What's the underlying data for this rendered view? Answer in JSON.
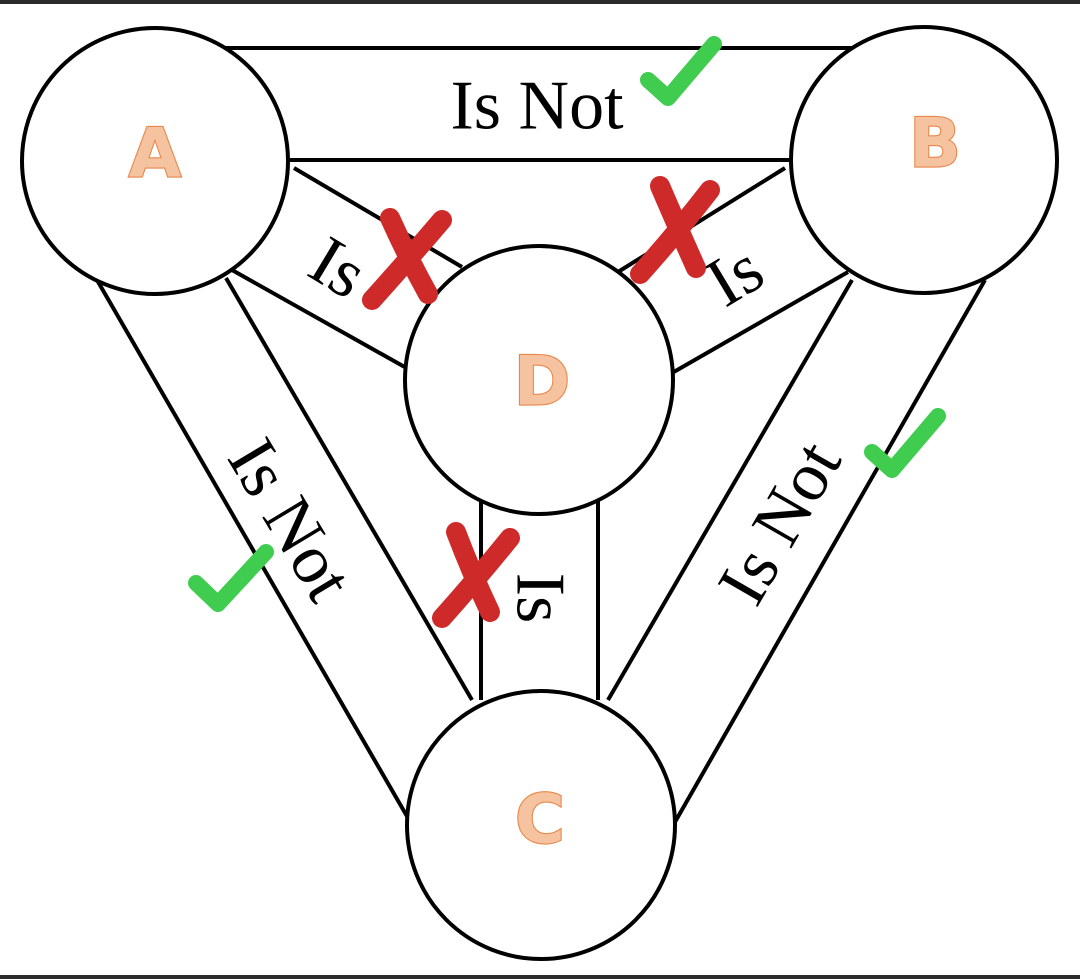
{
  "nodes": {
    "a": {
      "letter": "A"
    },
    "b": {
      "letter": "B"
    },
    "c": {
      "letter": "C"
    },
    "d": {
      "letter": "D"
    }
  },
  "relations": {
    "a_b": {
      "label": "Is Not",
      "verdict": "check"
    },
    "a_c": {
      "label": "Is Not",
      "verdict": "check"
    },
    "b_c": {
      "label": "Is Not",
      "verdict": "check"
    },
    "a_d": {
      "label": "Is",
      "verdict": "cross"
    },
    "b_d": {
      "label": "Is",
      "verdict": "cross"
    },
    "c_d": {
      "label": "Is",
      "verdict": "cross"
    }
  },
  "colors": {
    "letter_fill": "#f6c3a1",
    "letter_outline": "#e8874a",
    "check": "#3fcc4f",
    "cross": "#cf2a2a"
  }
}
